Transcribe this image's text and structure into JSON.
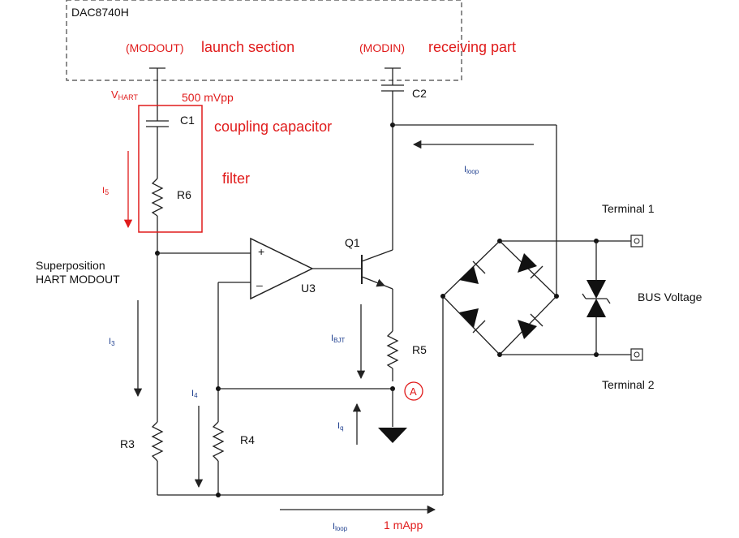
{
  "chip": {
    "name": "DAC8740H"
  },
  "pins": {
    "modout": "(MODOUT)",
    "modin": "(MODIN)"
  },
  "sections": {
    "launch": "launch section",
    "receiving": "receiving part"
  },
  "signals": {
    "vhart_main": "V",
    "vhart_sub": "HART",
    "vpp": "500 mVpp",
    "superposition_1": "Superposition",
    "superposition_2": "HART MODOUT"
  },
  "components": {
    "c1": "C1",
    "c2": "C2",
    "r6": "R6",
    "r5": "R5",
    "r4": "R4",
    "r3": "R3",
    "q1": "Q1",
    "u3": "U3",
    "plus": "+",
    "minus": "–",
    "node_a": "A"
  },
  "annotations": {
    "coupling": "coupling capacitor",
    "filter": "filter",
    "bus_voltage": "BUS Voltage",
    "terminal1": "Terminal 1",
    "terminal2": "Terminal 2",
    "loop_current_value": "1 mApp"
  },
  "currents": {
    "i5_main": "I",
    "i5_sub": "5",
    "i3_main": "I",
    "i3_sub": "3",
    "i4_main": "I",
    "i4_sub": "4",
    "ibjt_main": "I",
    "ibjt_sub": "BJT",
    "iq_main": "I",
    "iq_sub": "q",
    "iloop_top_main": "I",
    "iloop_top_sub": "loop",
    "iloop_bottom_main": "I",
    "iloop_bottom_sub": "loop"
  },
  "colors": {
    "highlight": "#e01b1b",
    "current_labels": "#1f3f8f",
    "wire": "#222222"
  }
}
